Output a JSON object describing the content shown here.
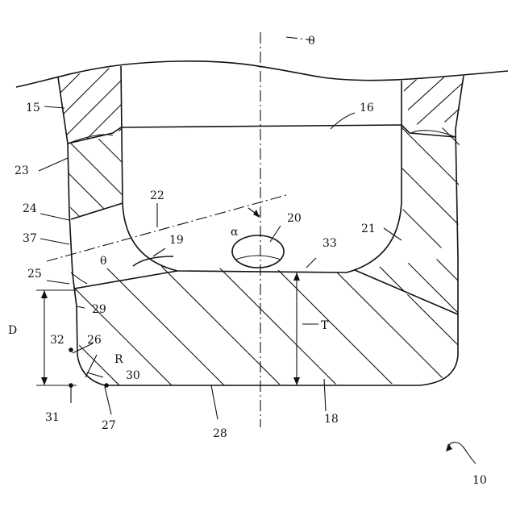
{
  "figure": {
    "labels": {
      "l0": "0",
      "l10": "10",
      "l15": "15",
      "l16": "16",
      "l18": "18",
      "l19": "19",
      "l20": "20",
      "l21": "21",
      "l22": "22",
      "l23": "23",
      "l24": "24",
      "l25": "25",
      "l26": "26",
      "l27": "27",
      "l28": "28",
      "l29": "29",
      "l30": "30",
      "l31": "31",
      "l32": "32",
      "l33": "33",
      "l37": "37",
      "alpha": "α",
      "theta": "θ",
      "D": "D",
      "T": "T",
      "R": "R"
    }
  }
}
